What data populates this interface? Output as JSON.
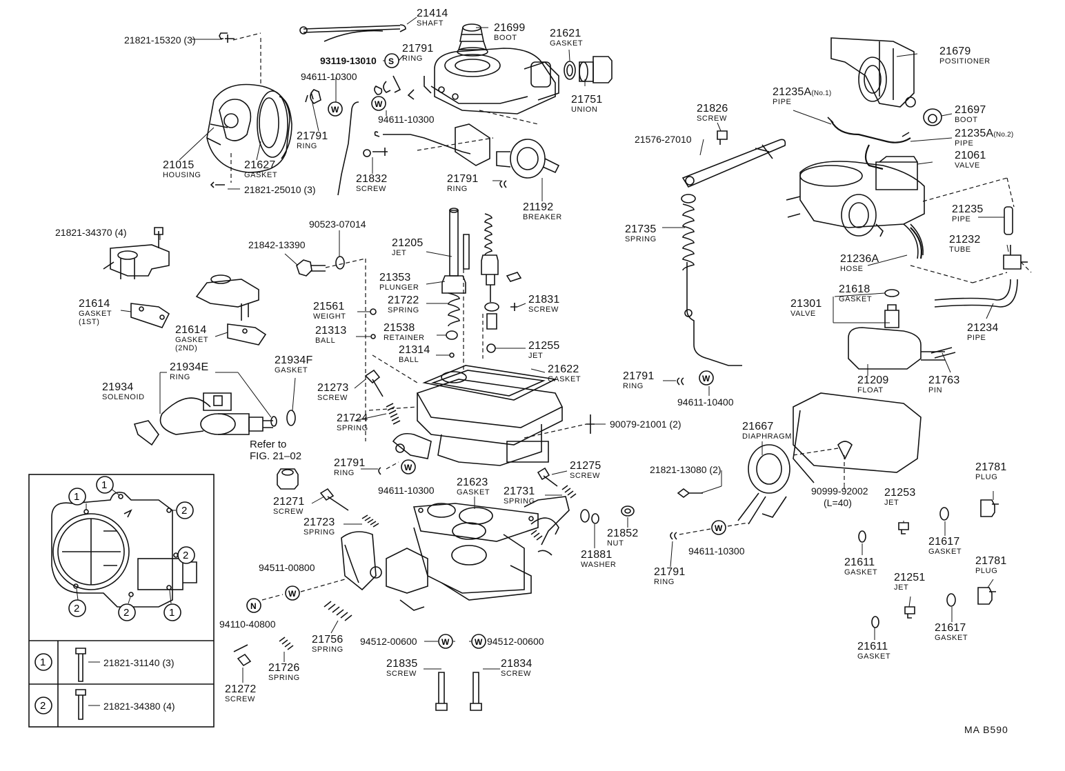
{
  "diagram_code": "MA  B590",
  "reference_note": {
    "line1": "Refer to",
    "line2": "FIG. 21–02"
  },
  "parts": [
    {
      "id": "p21414",
      "num": "21414",
      "name": "SHAFT"
    },
    {
      "id": "p21699",
      "num": "21699",
      "name": "BOOT"
    },
    {
      "id": "p21621",
      "num": "21621",
      "name": "GASKET"
    },
    {
      "id": "p21791a",
      "num": "21791",
      "name": "RING"
    },
    {
      "id": "p21751",
      "num": "21751",
      "name": "UNION"
    },
    {
      "id": "p21015",
      "num": "21015",
      "name": "HOUSING"
    },
    {
      "id": "p21627",
      "num": "21627",
      "name": "GASKET"
    },
    {
      "id": "p21791b",
      "num": "21791",
      "name": "RING"
    },
    {
      "id": "p21832",
      "num": "21832",
      "name": "SCREW"
    },
    {
      "id": "p21791c",
      "num": "21791",
      "name": "RING"
    },
    {
      "id": "p21192",
      "num": "21192",
      "name": "BREAKER"
    },
    {
      "id": "p21679",
      "num": "21679",
      "name": "POSITIONER"
    },
    {
      "id": "p21235a1",
      "num": "21235A",
      "suffix": "(No.1)",
      "name": "PIPE"
    },
    {
      "id": "p21697",
      "num": "21697",
      "name": "BOOT"
    },
    {
      "id": "p21235a2",
      "num": "21235A",
      "suffix": "(No.2)",
      "name": "PIPE"
    },
    {
      "id": "p21061",
      "num": "21061",
      "name": "VALVE"
    },
    {
      "id": "p21826",
      "num": "21826",
      "name": "SCREW"
    },
    {
      "id": "p21235",
      "num": "21235",
      "name": "PIPE"
    },
    {
      "id": "p21232",
      "num": "21232",
      "name": "TUBE"
    },
    {
      "id": "p21236a",
      "num": "21236A",
      "name": "HOSE"
    },
    {
      "id": "p21735",
      "num": "21735",
      "name": "SPRING"
    },
    {
      "id": "p21618",
      "num": "21618",
      "name": "GASKET"
    },
    {
      "id": "p21301",
      "num": "21301",
      "name": "VALVE"
    },
    {
      "id": "p21234",
      "num": "21234",
      "name": "PIPE"
    },
    {
      "id": "p21209",
      "num": "21209",
      "name": "FLOAT"
    },
    {
      "id": "p21763",
      "num": "21763",
      "name": "PIN"
    },
    {
      "id": "p21791d",
      "num": "21791",
      "name": "RING"
    },
    {
      "id": "p21614a",
      "num": "21614",
      "name": "GASKET",
      "sub": "(1ST)"
    },
    {
      "id": "p21614b",
      "num": "21614",
      "name": "GASKET",
      "sub": "(2ND)"
    },
    {
      "id": "p21205",
      "num": "21205",
      "name": "JET"
    },
    {
      "id": "p21353",
      "num": "21353",
      "name": "PLUNGER"
    },
    {
      "id": "p21722",
      "num": "21722",
      "name": "SPRING"
    },
    {
      "id": "p21561",
      "num": "21561",
      "name": "WEIGHT"
    },
    {
      "id": "p21313",
      "num": "21313",
      "name": "BALL"
    },
    {
      "id": "p21538",
      "num": "21538",
      "name": "RETAINER"
    },
    {
      "id": "p21314",
      "num": "21314",
      "name": "BALL"
    },
    {
      "id": "p21831",
      "num": "21831",
      "name": "SCREW"
    },
    {
      "id": "p21255",
      "num": "21255",
      "name": "JET"
    },
    {
      "id": "p21934e",
      "num": "21934E",
      "name": "RING"
    },
    {
      "id": "p21934f",
      "num": "21934F",
      "name": "GASKET"
    },
    {
      "id": "p21934",
      "num": "21934",
      "name": "SOLENOID"
    },
    {
      "id": "p21273",
      "num": "21273",
      "name": "SCREW"
    },
    {
      "id": "p21622",
      "num": "21622",
      "name": "GASKET"
    },
    {
      "id": "p21724",
      "num": "21724",
      "name": "SPRING"
    },
    {
      "id": "p21667",
      "num": "21667",
      "name": "DIAPHRAGM"
    },
    {
      "id": "p21791e",
      "num": "21791",
      "name": "RING"
    },
    {
      "id": "p21275",
      "num": "21275",
      "name": "SCREW"
    },
    {
      "id": "p21623",
      "num": "21623",
      "name": "GASKET"
    },
    {
      "id": "p21731",
      "num": "21731",
      "name": "SPRING"
    },
    {
      "id": "p21271",
      "num": "21271",
      "name": "SCREW"
    },
    {
      "id": "p21723",
      "num": "21723",
      "name": "SPRING"
    },
    {
      "id": "p21852",
      "num": "21852",
      "name": "NUT"
    },
    {
      "id": "p21881",
      "num": "21881",
      "name": "WASHER"
    },
    {
      "id": "p21791f",
      "num": "21791",
      "name": "RING"
    },
    {
      "id": "p21253",
      "num": "21253",
      "name": "JET"
    },
    {
      "id": "p21781a",
      "num": "21781",
      "name": "PLUG"
    },
    {
      "id": "p21617a",
      "num": "21617",
      "name": "GASKET"
    },
    {
      "id": "p21611a",
      "num": "21611",
      "name": "GASKET"
    },
    {
      "id": "p21251",
      "num": "21251",
      "name": "JET"
    },
    {
      "id": "p21781b",
      "num": "21781",
      "name": "PLUG"
    },
    {
      "id": "p21617b",
      "num": "21617",
      "name": "GASKET"
    },
    {
      "id": "p21611b",
      "num": "21611",
      "name": "GASKET"
    },
    {
      "id": "p21756",
      "num": "21756",
      "name": "SPRING"
    },
    {
      "id": "p21726",
      "num": "21726",
      "name": "SPRING"
    },
    {
      "id": "p21272",
      "num": "21272",
      "name": "SCREW"
    },
    {
      "id": "p21835",
      "num": "21835",
      "name": "SCREW"
    },
    {
      "id": "p21834",
      "num": "21834",
      "name": "SCREW"
    }
  ],
  "part_numbers": [
    {
      "id": "n1",
      "text": "21821-15320 (3)"
    },
    {
      "id": "n2",
      "text": "93119-13010"
    },
    {
      "id": "n3",
      "text": "94611-10300"
    },
    {
      "id": "n4",
      "text": "94611-10300"
    },
    {
      "id": "n5",
      "text": "21821-25010 (3)"
    },
    {
      "id": "n6",
      "text": "21576-27010"
    },
    {
      "id": "n7",
      "text": "21821-34370 (4)"
    },
    {
      "id": "n8",
      "text": "90523-07014"
    },
    {
      "id": "n9",
      "text": "21842-13390"
    },
    {
      "id": "n10",
      "text": "94611-10400"
    },
    {
      "id": "n11",
      "text": "90079-21001 (2)"
    },
    {
      "id": "n12",
      "text": "94611-10300"
    },
    {
      "id": "n13",
      "text": "21821-13080 (2)"
    },
    {
      "id": "n14",
      "text": "90999-92002"
    },
    {
      "id": "n15",
      "text": "(L=40)"
    },
    {
      "id": "n16",
      "text": "94611-10300"
    },
    {
      "id": "n17",
      "text": "94511-00800"
    },
    {
      "id": "n18",
      "text": "94110-40800"
    },
    {
      "id": "n19",
      "text": "94512-00600"
    },
    {
      "id": "n20",
      "text": "94512-00600"
    }
  ],
  "legend": {
    "rows": [
      {
        "marker": "1",
        "part": "21821-31140 (3)"
      },
      {
        "marker": "2",
        "part": "21821-34380 (4)"
      }
    ]
  },
  "inset_markers": [
    "1",
    "1",
    "2",
    "2",
    "2",
    "2",
    "1"
  ]
}
